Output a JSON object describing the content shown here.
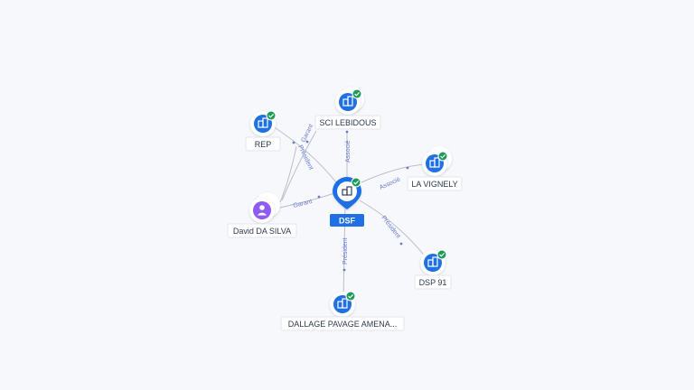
{
  "graph": {
    "center": {
      "label": "DSF"
    },
    "nodes": {
      "rep": {
        "label": "REP"
      },
      "sci": {
        "label": "SCI LEBIDOUS"
      },
      "vignely": {
        "label": "LA VIGNELY"
      },
      "david": {
        "label": "David DA SILVA"
      },
      "dsp91": {
        "label": "DSP 91"
      },
      "dallage": {
        "label": "DALLAGE PAVAGE AMENA..."
      }
    },
    "edges": {
      "sci": "Associé",
      "vignely": "Associé",
      "dsp91": "Président",
      "dallage": "Président",
      "david": "Garant",
      "rep_a": "Président",
      "rep_b": "Garant"
    }
  },
  "colors": {
    "company": "#1f6fe5",
    "person": "#8e5cf0",
    "verified": "#1e9b58",
    "edge": "#b9bfcc",
    "edge_label": "#6c7bd0"
  }
}
